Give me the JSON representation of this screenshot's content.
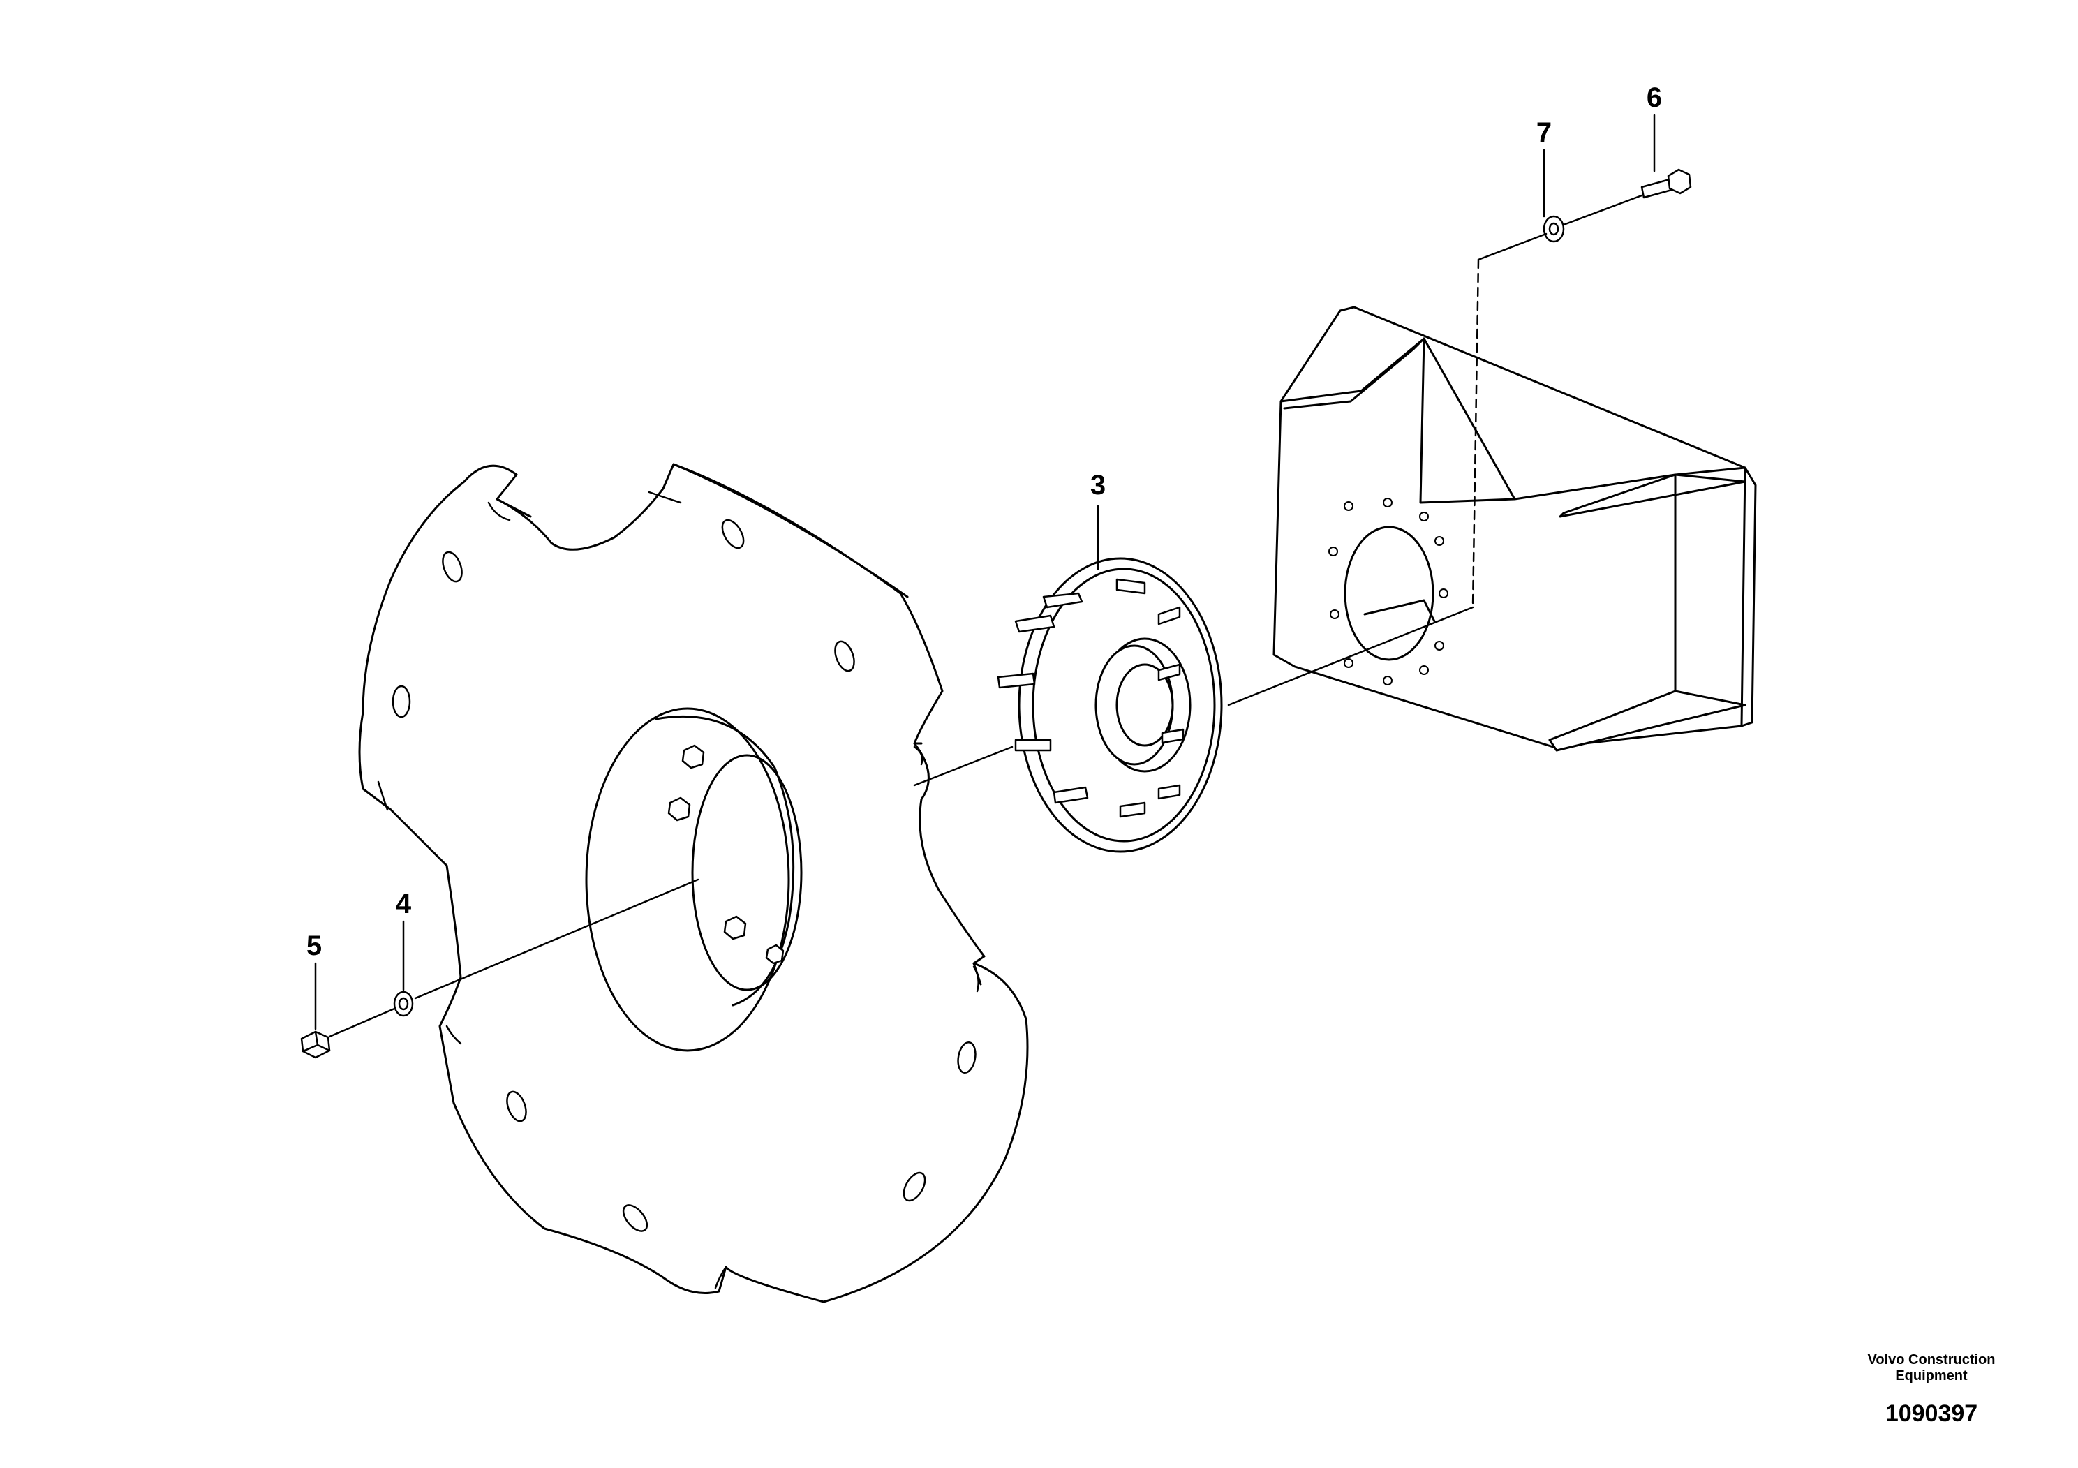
{
  "callouts": {
    "part_3": "3",
    "part_4": "4",
    "part_5": "5",
    "part_6": "6",
    "part_7": "7"
  },
  "footer": {
    "brand_line1": "Volvo Construction",
    "brand_line2": "Equipment",
    "drawing_number": "1090397"
  }
}
